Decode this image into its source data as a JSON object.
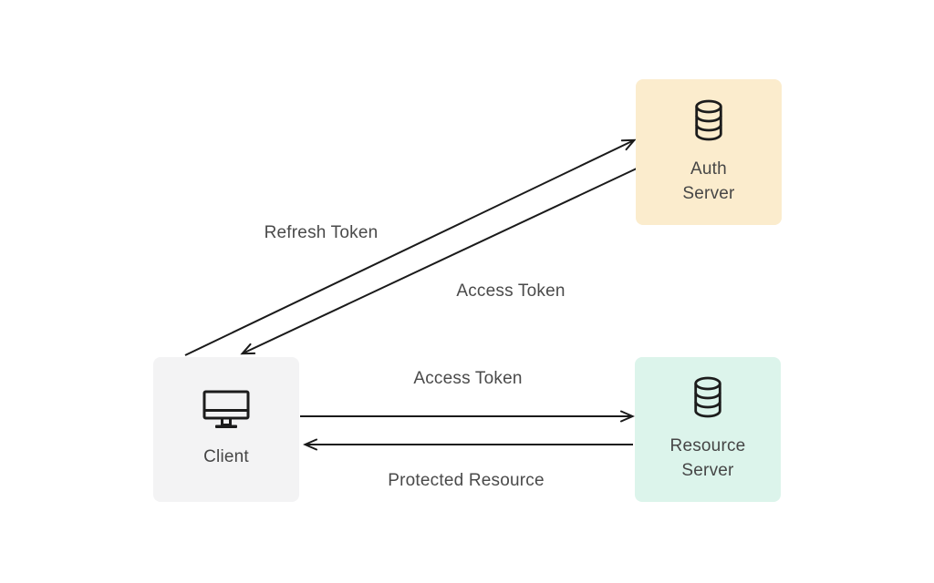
{
  "diagram": {
    "background_color": "#ffffff",
    "arrow_color": "#1a1a1a",
    "text_color": "#4a4a4a"
  },
  "nodes": {
    "auth_server": {
      "label": "Auth Server",
      "icon": "database-icon",
      "bg_color": "#fbeccd"
    },
    "client": {
      "label": "Client",
      "icon": "monitor-icon",
      "bg_color": "#f3f3f4"
    },
    "resource_server": {
      "label": "Resource Server",
      "icon": "database-icon",
      "bg_color": "#dcf4eb"
    }
  },
  "edges": {
    "refresh_token": {
      "label": "Refresh Token",
      "from": "client",
      "to": "auth_server"
    },
    "access_token_auth": {
      "label": "Access Token",
      "from": "auth_server",
      "to": "client"
    },
    "access_token_resource": {
      "label": "Access Token",
      "from": "client",
      "to": "resource_server"
    },
    "protected_resource": {
      "label": "Protected Resource",
      "from": "resource_server",
      "to": "client"
    }
  }
}
